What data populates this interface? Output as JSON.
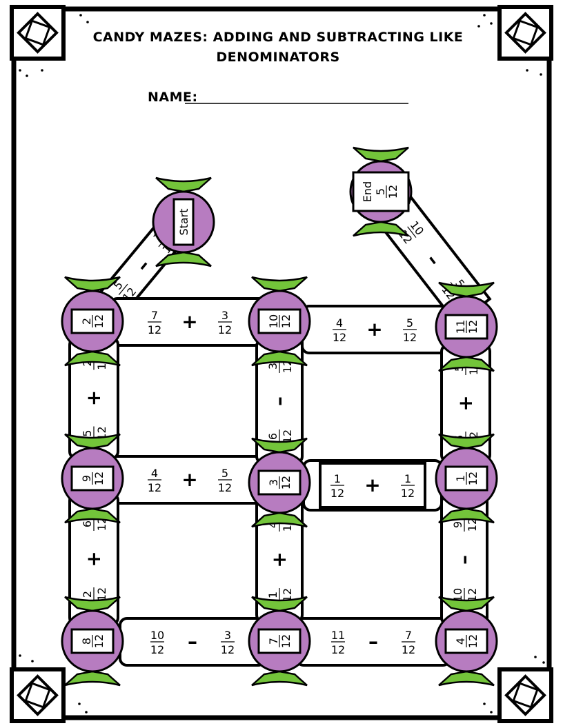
{
  "header": {
    "title_line1": "CANDY MAZES: ADDING AND SUBTRACTING LIKE",
    "title_line2": "DENOMINATORS",
    "name_label": "NAME:"
  },
  "colors": {
    "candy": "#b77cc0",
    "wrapper": "#73c43a",
    "ink": "#000000"
  },
  "start": {
    "label": "Start"
  },
  "end": {
    "label": "End",
    "num": "5",
    "den": "12"
  },
  "candies": [
    {
      "id": "r1c1",
      "num": "2",
      "den": "12"
    },
    {
      "id": "r1c2",
      "num": "10",
      "den": "12"
    },
    {
      "id": "r1c3",
      "num": "11",
      "den": "12"
    },
    {
      "id": "r2c1",
      "num": "9",
      "den": "12"
    },
    {
      "id": "r2c2",
      "num": "3",
      "den": "12"
    },
    {
      "id": "r2c3",
      "num": "1",
      "den": "12"
    },
    {
      "id": "r3c1",
      "num": "8",
      "den": "12"
    },
    {
      "id": "r3c2",
      "num": "7",
      "den": "12"
    },
    {
      "id": "r3c3",
      "num": "4",
      "den": "12"
    }
  ],
  "paths": [
    {
      "id": "start-to-r1c1",
      "a_num": "5",
      "a_den": "12",
      "op": "-",
      "b_num": "3",
      "b_den": "12"
    },
    {
      "id": "r1c3-to-end",
      "a_num": "10",
      "a_den": "12",
      "op": "-",
      "b_num": "5",
      "b_den": "12"
    },
    {
      "id": "h-r1-a",
      "a_num": "7",
      "a_den": "12",
      "op": "+",
      "b_num": "3",
      "b_den": "12"
    },
    {
      "id": "h-r1-b",
      "a_num": "4",
      "a_den": "12",
      "op": "+",
      "b_num": "5",
      "b_den": "12"
    },
    {
      "id": "h-r2-a",
      "a_num": "4",
      "a_den": "12",
      "op": "+",
      "b_num": "5",
      "b_den": "12"
    },
    {
      "id": "h-r2-b",
      "a_num": "1",
      "a_den": "12",
      "op": "+",
      "b_num": "1",
      "b_den": "12"
    },
    {
      "id": "h-r3-a",
      "a_num": "10",
      "a_den": "12",
      "op": "-",
      "b_num": "3",
      "b_den": "12"
    },
    {
      "id": "h-r3-b",
      "a_num": "11",
      "a_den": "12",
      "op": "-",
      "b_num": "7",
      "b_den": "12"
    },
    {
      "id": "v-c1-a",
      "a_num": "5",
      "a_den": "12",
      "op": "+",
      "b_num": "2",
      "b_den": "12"
    },
    {
      "id": "v-c2-a",
      "a_num": "6",
      "a_den": "12",
      "op": "-",
      "b_num": "3",
      "b_den": "12"
    },
    {
      "id": "v-c3-a",
      "a_num": "6",
      "a_den": "12",
      "op": "+",
      "b_num": "5",
      "b_den": "12"
    },
    {
      "id": "v-c1-b",
      "a_num": "2",
      "a_den": "12",
      "op": "+",
      "b_num": "6",
      "b_den": "12"
    },
    {
      "id": "v-c2-b",
      "a_num": "1",
      "a_den": "12",
      "op": "+",
      "b_num": "4",
      "b_den": "12"
    },
    {
      "id": "v-c3-b",
      "a_num": "10",
      "a_den": "12",
      "op": "-",
      "b_num": "9",
      "b_den": "12"
    }
  ]
}
